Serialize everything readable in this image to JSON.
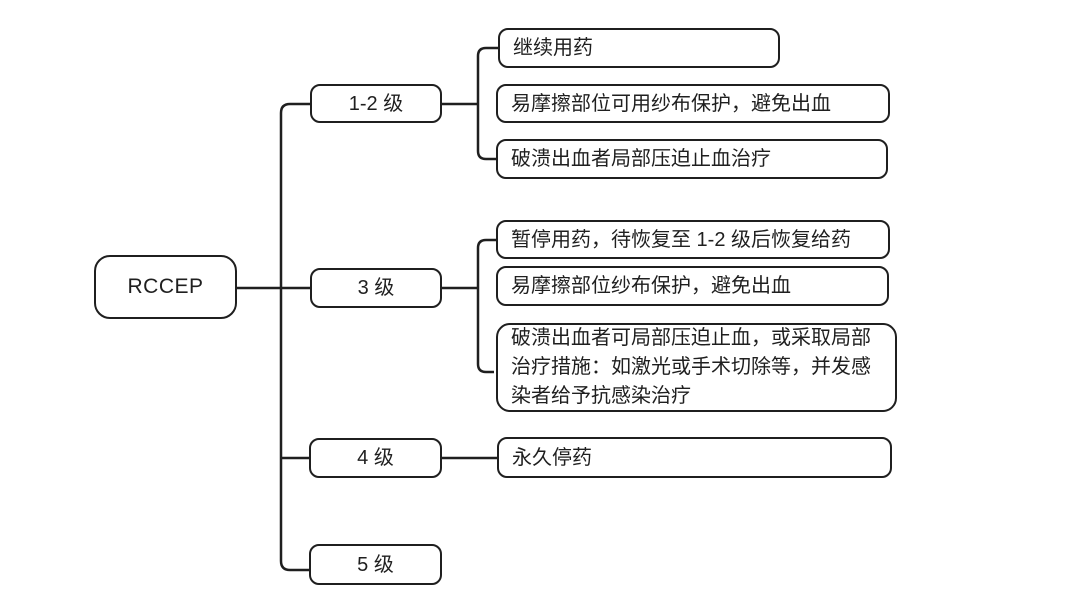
{
  "diagram": {
    "title": "RCCEP grading management flowchart",
    "colors": {
      "line": "#1f1f1f",
      "background": "#ffffff",
      "text": "#1f1f1f"
    },
    "root": {
      "label": "RCCEP"
    },
    "branches": [
      {
        "label": "1-2 级",
        "children": [
          "继续用药",
          "易摩擦部位可用纱布保护，避免出血",
          "破溃出血者局部压迫止血治疗"
        ]
      },
      {
        "label": "3 级",
        "children": [
          "暂停用药，待恢复至 1-2 级后恢复给药",
          "易摩擦部位纱布保护，避免出血",
          "破溃出血者可局部压迫止血，或采取局部治疗措施：如激光或手术切除等，并发感染者给予抗感染治疗"
        ]
      },
      {
        "label": "4 级",
        "children": [
          "永久停药"
        ]
      },
      {
        "label": "5 级",
        "children": []
      }
    ]
  }
}
